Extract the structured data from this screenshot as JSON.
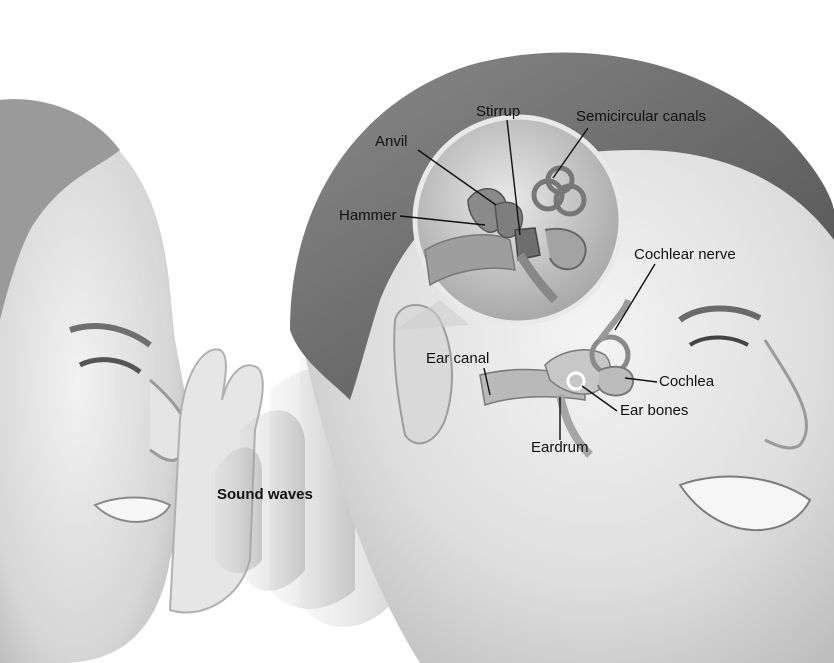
{
  "labels": {
    "stirrup": "Stirrup",
    "semicircular_canals": "Semicircular canals",
    "anvil": "Anvil",
    "hammer": "Hammer",
    "cochlear_nerve": "Cochlear nerve",
    "ear_canal": "Ear canal",
    "cochlea": "Cochlea",
    "ear_bones": "Ear bones",
    "eardrum": "Eardrum",
    "sound_waves": "Sound waves"
  },
  "colors": {
    "background": "#ffffff",
    "skin_light": "#ececec",
    "skin_mid": "#cfcfcf",
    "hair": "#7a7a7a",
    "hair_dark": "#5a5a5a",
    "leader_line": "#111111",
    "highlight_ring": "#ffffff"
  }
}
